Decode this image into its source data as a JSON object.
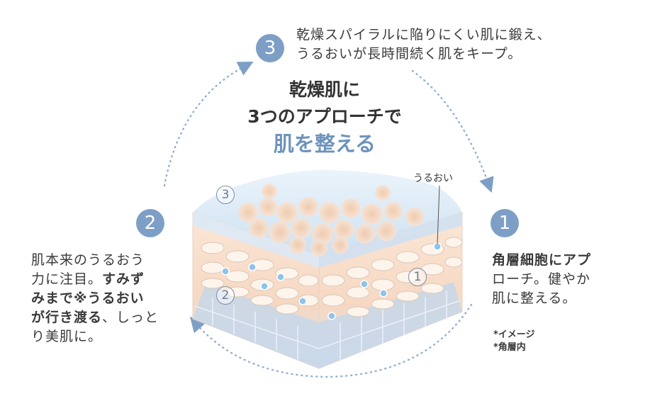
{
  "step3": {
    "number": "3",
    "lines": [
      "乾燥スパイラルに陥りにくい肌に鍛え、",
      "うるおいが長時間続く肌をキープ。"
    ]
  },
  "center": {
    "line1": "乾燥肌に",
    "line2": "3つのアプローチで",
    "accent": "肌を整える"
  },
  "step2": {
    "number": "2",
    "line1": "肌本来のうるおう",
    "line2_normal": "力に注目。",
    "line2_bold": "すみず",
    "line3_bold": "みまで※うるおい",
    "line4_bold": "が行き渡る",
    "line4_normal": "、しっと",
    "line5": "り美肌に。"
  },
  "step1": {
    "number": "1",
    "line1": "角層細胞にアプ",
    "line2": "ローチ。健やか",
    "line3": "肌に整える。"
  },
  "diagram": {
    "uruoi_label": "うるおい",
    "marker1": "1",
    "marker2": "2",
    "marker3": "3"
  },
  "notes": [
    "*イメージ",
    "*角層内"
  ],
  "colors": {
    "badge": "#7e9fc5",
    "accent": "#6e93bd",
    "arrow": "#8fb0d3"
  }
}
